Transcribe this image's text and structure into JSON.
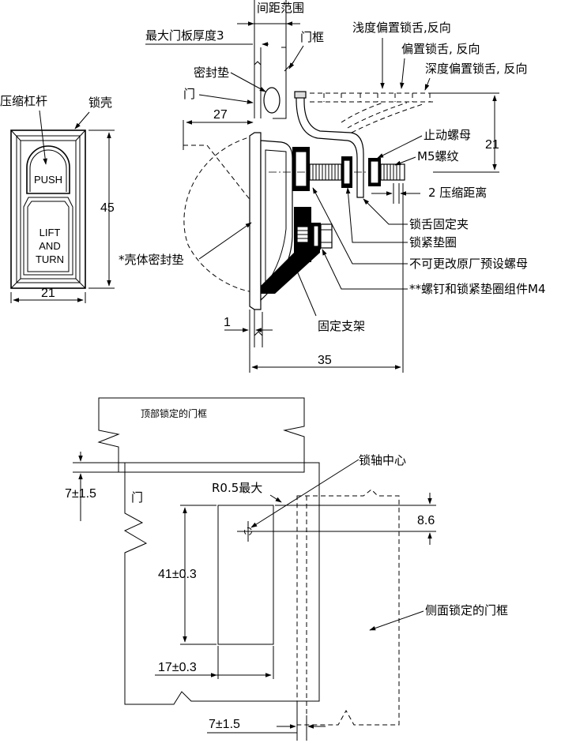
{
  "top_view": {
    "labels": {
      "spacing_range": "间距范围",
      "max_door_thickness": "最大门板厚度3",
      "door_frame": "门框",
      "shallow_offset_tongue": "浅度偏置锁舌,反向",
      "offset_tongue": "偏置锁舌, 反向",
      "deep_offset_tongue": "深度偏置锁舌, 反向",
      "seal_pad": "密封垫",
      "door": "门",
      "compression_lever": "压缩杠杆",
      "lock_housing": "锁壳",
      "stop_nut": "止动螺母",
      "m5_thread": "M5螺纹",
      "compression_distance": "2 压缩距离",
      "tongue_clip": "锁舌固定夹",
      "lock_washer": "锁紧垫圈",
      "factory_nut": "不可更改原厂预设螺母",
      "screw_assembly": "**螺钉和锁紧垫圈组件M4",
      "housing_seal": "*壳体密封垫",
      "mounting_bracket": "固定支架"
    },
    "dims": {
      "d27": "27",
      "d21_right": "21",
      "d45": "45",
      "d21_bottom": "21",
      "d1": "1",
      "d35": "35"
    },
    "face_text": {
      "push": "PUSH",
      "lift": "LIFT",
      "and": "AND",
      "turn": "TURN"
    }
  },
  "bottom_view": {
    "labels": {
      "top_frame": "顶部锁定的门框",
      "door": "门",
      "radius": "R0.5最大",
      "pivot_center": "锁轴中心",
      "side_frame": "侧面锁定的门框"
    },
    "dims": {
      "d7_top": "7±1.5",
      "d86": "8.6",
      "d41": "41±0.3",
      "d17": "17±0.3",
      "d7_bottom": "7±1.5"
    }
  }
}
